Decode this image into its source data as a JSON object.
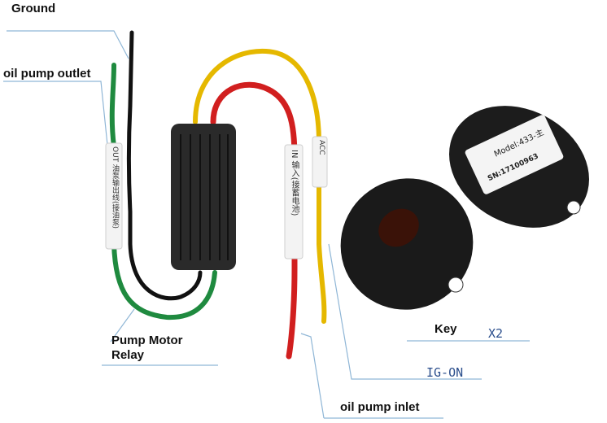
{
  "labels": {
    "ground": "Ground",
    "oil_pump_outlet": "oil pump outlet",
    "pump_motor_line1": "Pump Motor",
    "pump_motor_line2": "Relay",
    "key": "Key",
    "key_count": "X2",
    "ig_on": "IG-ON",
    "oil_pump_inlet": "oil pump inlet"
  },
  "device_text": {
    "relay_tag_1": "OUT 油泵输出线(接油泵)",
    "relay_tag_2": "IN 输入(接蓄电池)",
    "relay_tag_3": "ACC",
    "remote_model": "Model:433-主",
    "remote_sn": "SN:17100963"
  },
  "colors": {
    "wire_black": "#111111",
    "wire_green": "#1f8a3f",
    "wire_red": "#d11f1f",
    "wire_yellow": "#e5b800",
    "relay_body": "#2a2a2a",
    "label_line": "#8fb6d6",
    "blue_text": "#2b4e8c"
  }
}
